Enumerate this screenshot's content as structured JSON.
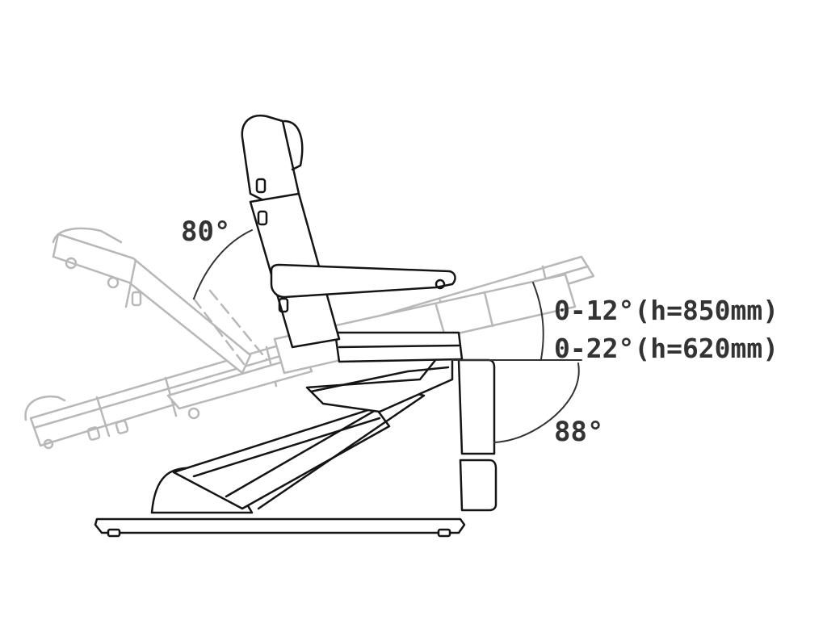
{
  "labels": {
    "backrest_angle": "80°",
    "tilt_high": "0-12°(h=850mm)",
    "tilt_low": "0-22°(h=620mm)",
    "leg_angle": "88°"
  },
  "colors": {
    "ink": "#151515",
    "ghost": "#b8b8b8",
    "label": "#333333",
    "background": "#ffffff"
  }
}
